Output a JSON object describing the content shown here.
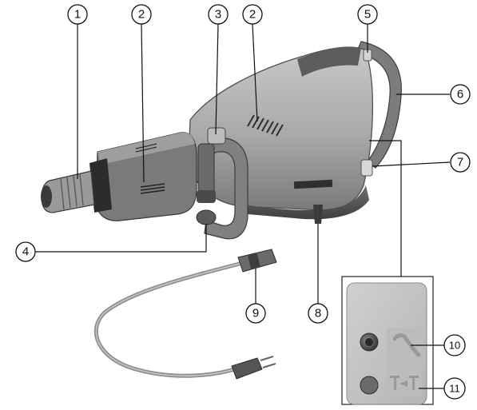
{
  "callouts": [
    {
      "number": "1"
    },
    {
      "number": "2"
    },
    {
      "number": "3"
    },
    {
      "number": "2"
    },
    {
      "number": "5"
    },
    {
      "number": "6"
    },
    {
      "number": "7"
    },
    {
      "number": "4"
    },
    {
      "number": "9"
    },
    {
      "number": "8"
    },
    {
      "number": "10"
    },
    {
      "number": "11"
    }
  ],
  "icons": {
    "service": "wrench-icon",
    "lock": "hammer-lock-icon"
  },
  "colors": {
    "body_light": "#b9b9b9",
    "body_mid": "#9a9a9a",
    "body_dark": "#5f5f5f",
    "grip": "#7c7c7c",
    "black": "#2a2a2a",
    "panel": "#c4c4c4",
    "line": "#111111"
  }
}
